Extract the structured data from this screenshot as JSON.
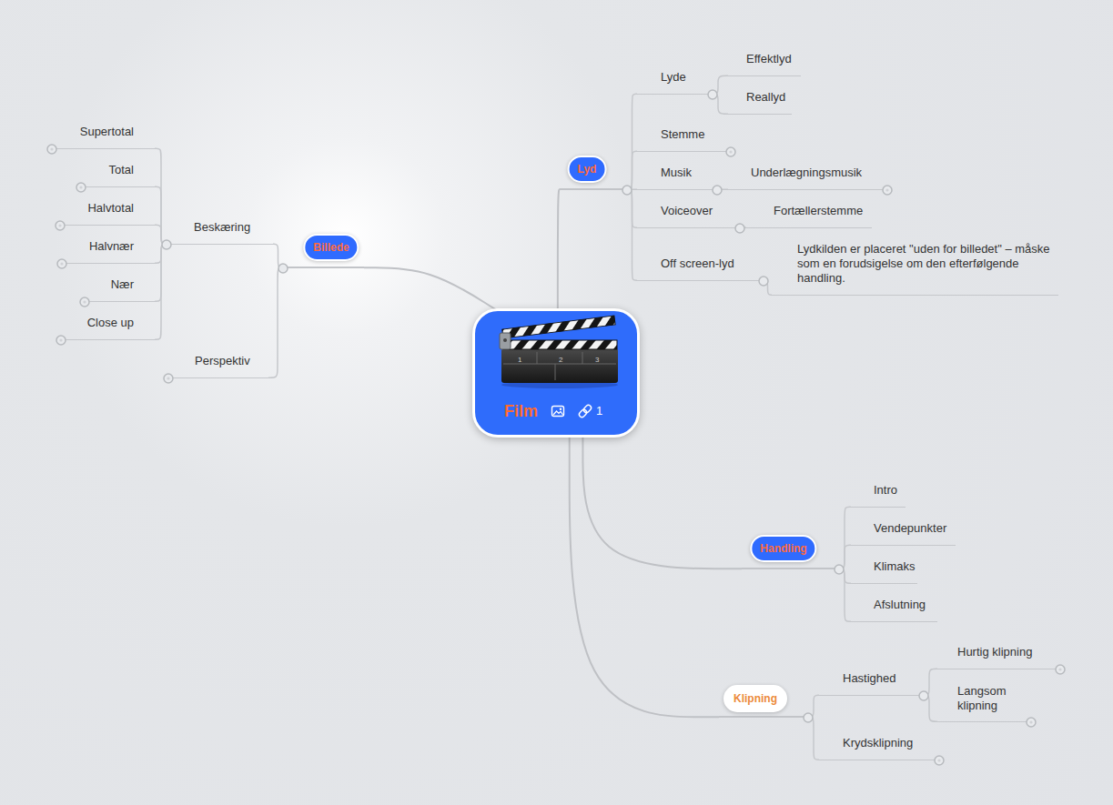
{
  "diagram": {
    "nodes": [
      {
        "text": [
          "Film",
          "1"
        ]
      },
      {
        "text": [
          "Lyd"
        ]
      },
      {
        "text": [
          "Lyde"
        ]
      },
      {
        "text": [
          "Effektlyd"
        ]
      },
      {
        "text": [
          "Reallyd"
        ]
      },
      {
        "text": [
          "Stemme"
        ]
      },
      {
        "text": [
          "Musik"
        ]
      },
      {
        "text": [
          "Underlægningsmusik"
        ]
      },
      {
        "text": [
          "Voiceover"
        ]
      },
      {
        "text": [
          "Fortællerstemme"
        ]
      },
      {
        "text": [
          "Off screen-lyd"
        ]
      },
      {
        "text": [
          "Lydkilden er placeret \"uden for billedet\" – måske som en forudsigelse om den efterfølgende handling."
        ]
      },
      {
        "text": [
          "Billede"
        ]
      },
      {
        "text": [
          "Beskæring"
        ]
      },
      {
        "text": [
          "Supertotal"
        ]
      },
      {
        "text": [
          "Total"
        ]
      },
      {
        "text": [
          "Halvtotal"
        ]
      },
      {
        "text": [
          "Halvnær"
        ]
      },
      {
        "text": [
          "Nær"
        ]
      },
      {
        "text": [
          "Close up"
        ]
      },
      {
        "text": [
          "Perspektiv"
        ]
      },
      {
        "text": [
          "Handling"
        ]
      },
      {
        "text": [
          "Intro"
        ]
      },
      {
        "text": [
          "Vendepunkter"
        ]
      },
      {
        "text": [
          "Klimaks"
        ]
      },
      {
        "text": [
          "Afslutning"
        ]
      },
      {
        "text": [
          "Klipning"
        ]
      },
      {
        "text": [
          "Hastighed"
        ]
      },
      {
        "text": [
          "Hurtig klipning"
        ]
      },
      {
        "text": [
          "Langsom klipning"
        ]
      },
      {
        "text": [
          "Krydsklipning"
        ]
      }
    ],
    "edges": [
      {
        "from": 0,
        "to": 1,
        "arrow": "none"
      },
      {
        "from": 1,
        "to": 2,
        "arrow": "none"
      },
      {
        "from": 2,
        "to": 3,
        "arrow": "none"
      },
      {
        "from": 2,
        "to": 4,
        "arrow": "none"
      },
      {
        "from": 1,
        "to": 5,
        "arrow": "none"
      },
      {
        "from": 1,
        "to": 6,
        "arrow": "none"
      },
      {
        "from": 6,
        "to": 7,
        "arrow": "none"
      },
      {
        "from": 1,
        "to": 8,
        "arrow": "none"
      },
      {
        "from": 8,
        "to": 9,
        "arrow": "none"
      },
      {
        "from": 1,
        "to": 10,
        "arrow": "none"
      },
      {
        "from": 10,
        "to": 11,
        "arrow": "none"
      },
      {
        "from": 0,
        "to": 12,
        "arrow": "none"
      },
      {
        "from": 12,
        "to": 13,
        "arrow": "none"
      },
      {
        "from": 13,
        "to": 14,
        "arrow": "none"
      },
      {
        "from": 13,
        "to": 15,
        "arrow": "none"
      },
      {
        "from": 13,
        "to": 16,
        "arrow": "none"
      },
      {
        "from": 13,
        "to": 17,
        "arrow": "none"
      },
      {
        "from": 13,
        "to": 18,
        "arrow": "none"
      },
      {
        "from": 13,
        "to": 19,
        "arrow": "none"
      },
      {
        "from": 12,
        "to": 20,
        "arrow": "none"
      },
      {
        "from": 0,
        "to": 21,
        "arrow": "none"
      },
      {
        "from": 21,
        "to": 22,
        "arrow": "none"
      },
      {
        "from": 21,
        "to": 23,
        "arrow": "none"
      },
      {
        "from": 21,
        "to": 24,
        "arrow": "none"
      },
      {
        "from": 21,
        "to": 25,
        "arrow": "none"
      },
      {
        "from": 0,
        "to": 26,
        "arrow": "none"
      },
      {
        "from": 26,
        "to": 27,
        "arrow": "none"
      },
      {
        "from": 27,
        "to": 28,
        "arrow": "none"
      },
      {
        "from": 27,
        "to": 29,
        "arrow": "none"
      },
      {
        "from": 26,
        "to": 30,
        "arrow": "none"
      }
    ],
    "labels": [
      "1",
      "2",
      "3"
    ]
  }
}
